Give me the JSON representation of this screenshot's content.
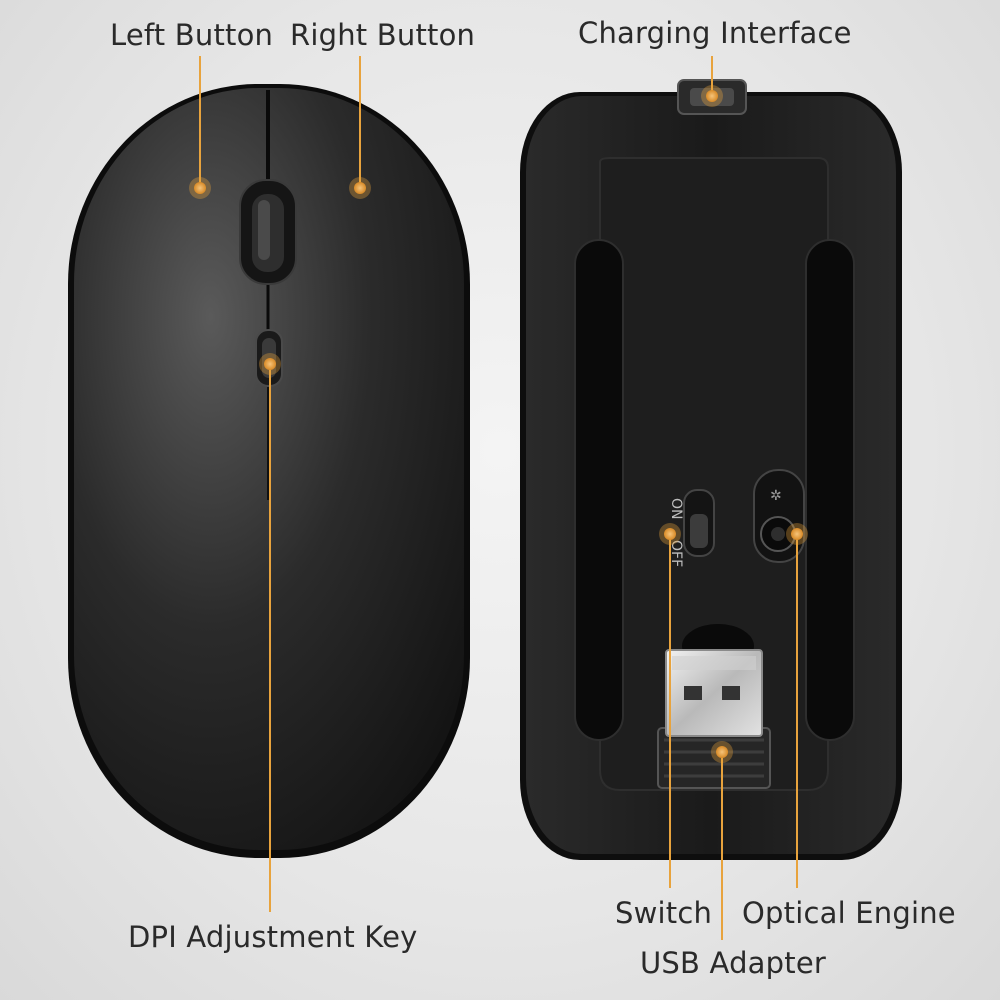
{
  "labels": {
    "left_button": "Left Button",
    "right_button": "Right Button",
    "charging_interface": "Charging Interface",
    "dpi_adjustment_key": "DPI Adjustment Key",
    "switch": "Switch",
    "optical_engine": "Optical Engine",
    "usb_adapter": "USB Adapter"
  },
  "switch_markings": {
    "on": "ON",
    "off": "OFF"
  },
  "colors": {
    "callout": "#e8a33d",
    "mouse_body": "#1c1c1c",
    "background": "#e6e6e6"
  }
}
